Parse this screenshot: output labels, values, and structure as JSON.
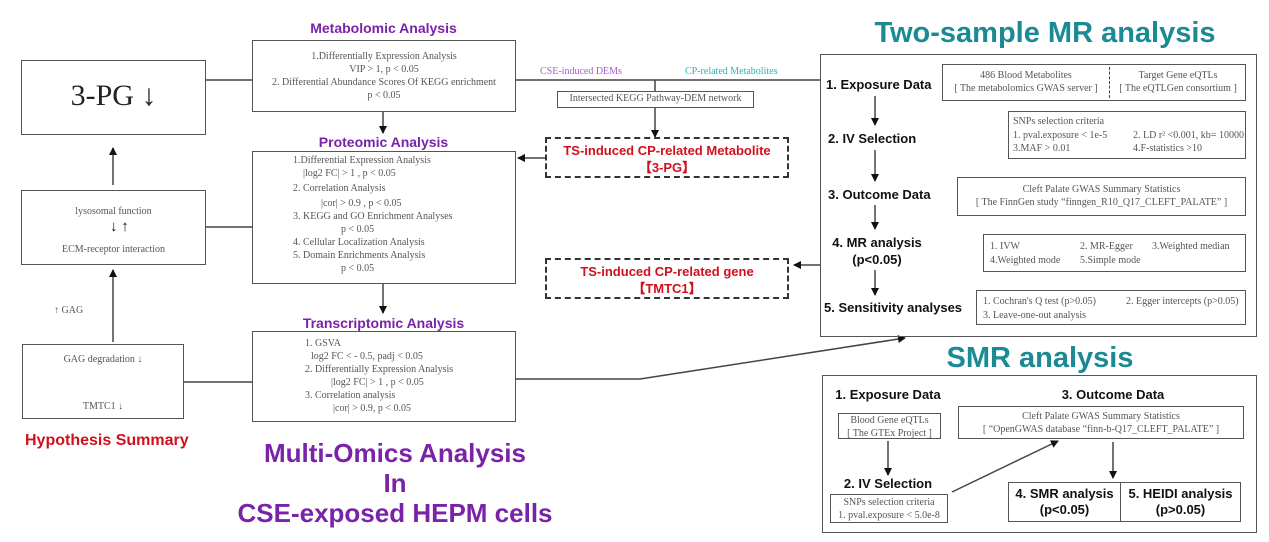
{
  "hypothesis": {
    "pg_label": "3-PG",
    "pg_arrow": "↓",
    "lysosomal": "lysosomal function",
    "ecm": "ECM-receptor interaction",
    "gag_up": "↑ GAG",
    "gag_degradation": "GAG degradation ↓",
    "tmtc1": "TMTC1 ↓",
    "title": "Hypothesis Summary"
  },
  "multiomics": {
    "metabolomic_title": "Metabolomic Analysis",
    "metabolomic_lines": [
      "1.Differentially Expression Analysis",
      "VIP > 1, p < 0.05",
      "2. Differential Abundance Scores Of KEGG enrichment",
      "p < 0.05"
    ],
    "proteomic_title": "Proteomic Analysis",
    "proteomic_lines": [
      "1.Differential Expression Analysis",
      "|log2 FC| > 1 , p < 0.05",
      "2. Correlation Analysis",
      "|cor| > 0.9 , p < 0.05",
      "3. KEGG and  GO Enrichment Analyses",
      "p < 0.05",
      "4. Cellular Localization  Analysis",
      "5. Domain Enrichments Analysis",
      "p < 0.05"
    ],
    "transcriptomic_title": "Transcriptomic Analysis",
    "transcriptomic_lines": [
      "1. GSVA",
      "log2 FC < - 0.5,  padj < 0.05",
      "2. Differentially Expression Analysis",
      "|log2 FC| > 1 , p < 0.05",
      "3. Correlation analysis",
      "|cor| > 0.9, p < 0.05"
    ],
    "main_title": [
      "Multi-Omics Analysis",
      "In",
      "CSE-exposed HEPM cells"
    ]
  },
  "integration": {
    "cse_label": "CSE-induced DEMs",
    "cp_label": "CP-related Metabolites",
    "kegg_box": "Intersected KEGG Pathway-DEM network",
    "metabolite_result": [
      "TS-induced CP-related Metabolite",
      "【3-PG】"
    ],
    "gene_result": [
      "TS-induced CP-related gene",
      "【TMTC1】"
    ]
  },
  "mr": {
    "title": "Two-sample MR analysis",
    "steps": [
      "1. Exposure Data",
      "2. IV Selection",
      "3. Outcome Data",
      "4. MR analysis",
      "(p<0.05)",
      "5. Sensitivity analyses"
    ],
    "exposure_left": [
      "486 Blood Metabolites",
      "[ The metabolomics GWAS server ]"
    ],
    "exposure_right": [
      "Target Gene eQTLs",
      "[ The eQTLGen consortium ]"
    ],
    "iv_lines": [
      "SNPs selection criteria",
      "1. pval.exposure  < 1e-5",
      "2. LD r² <0.001, kb= 10000",
      "3.MAF > 0.01",
      "4.F-statistics >10"
    ],
    "outcome_lines": [
      "Cleft Palate GWAS Summary Statistics",
      "[ The FinnGen study “finngen_R10_Q17_CLEFT_PALATE” ]"
    ],
    "methods": [
      "1. IVW",
      "2. MR-Egger",
      "3.Weighted median",
      "4.Weighted mode",
      "5.Simple mode"
    ],
    "sensitivity": [
      "1. Cochran's Q test (p>0.05)",
      "2. Egger intercepts (p>0.05)",
      "3. Leave-one-out analysis"
    ]
  },
  "smr": {
    "title": "SMR analysis",
    "exposure_title": "1. Exposure Data",
    "exposure_lines": [
      "Blood Gene eQTLs",
      "[ The GTEx Project ]"
    ],
    "iv_title": "2. IV Selection",
    "iv_lines": [
      "SNPs selection criteria",
      "1. pval.exposure  < 5.0e-8"
    ],
    "outcome_title": "3. Outcome Data",
    "outcome_lines": [
      "Cleft Palate GWAS Summary Statistics",
      "[ “OpenGWAS database  “finn-b-Q17_CLEFT_PALATE” ]"
    ],
    "smr_result": [
      "4. SMR analysis",
      "(p<0.05)"
    ],
    "heidi_result": [
      "5. HEIDI analysis",
      "(p>0.05)"
    ]
  },
  "colors": {
    "purple": "#7a22a8",
    "red": "#d0101e",
    "teal": "#1a8a94",
    "line": "#555555"
  }
}
